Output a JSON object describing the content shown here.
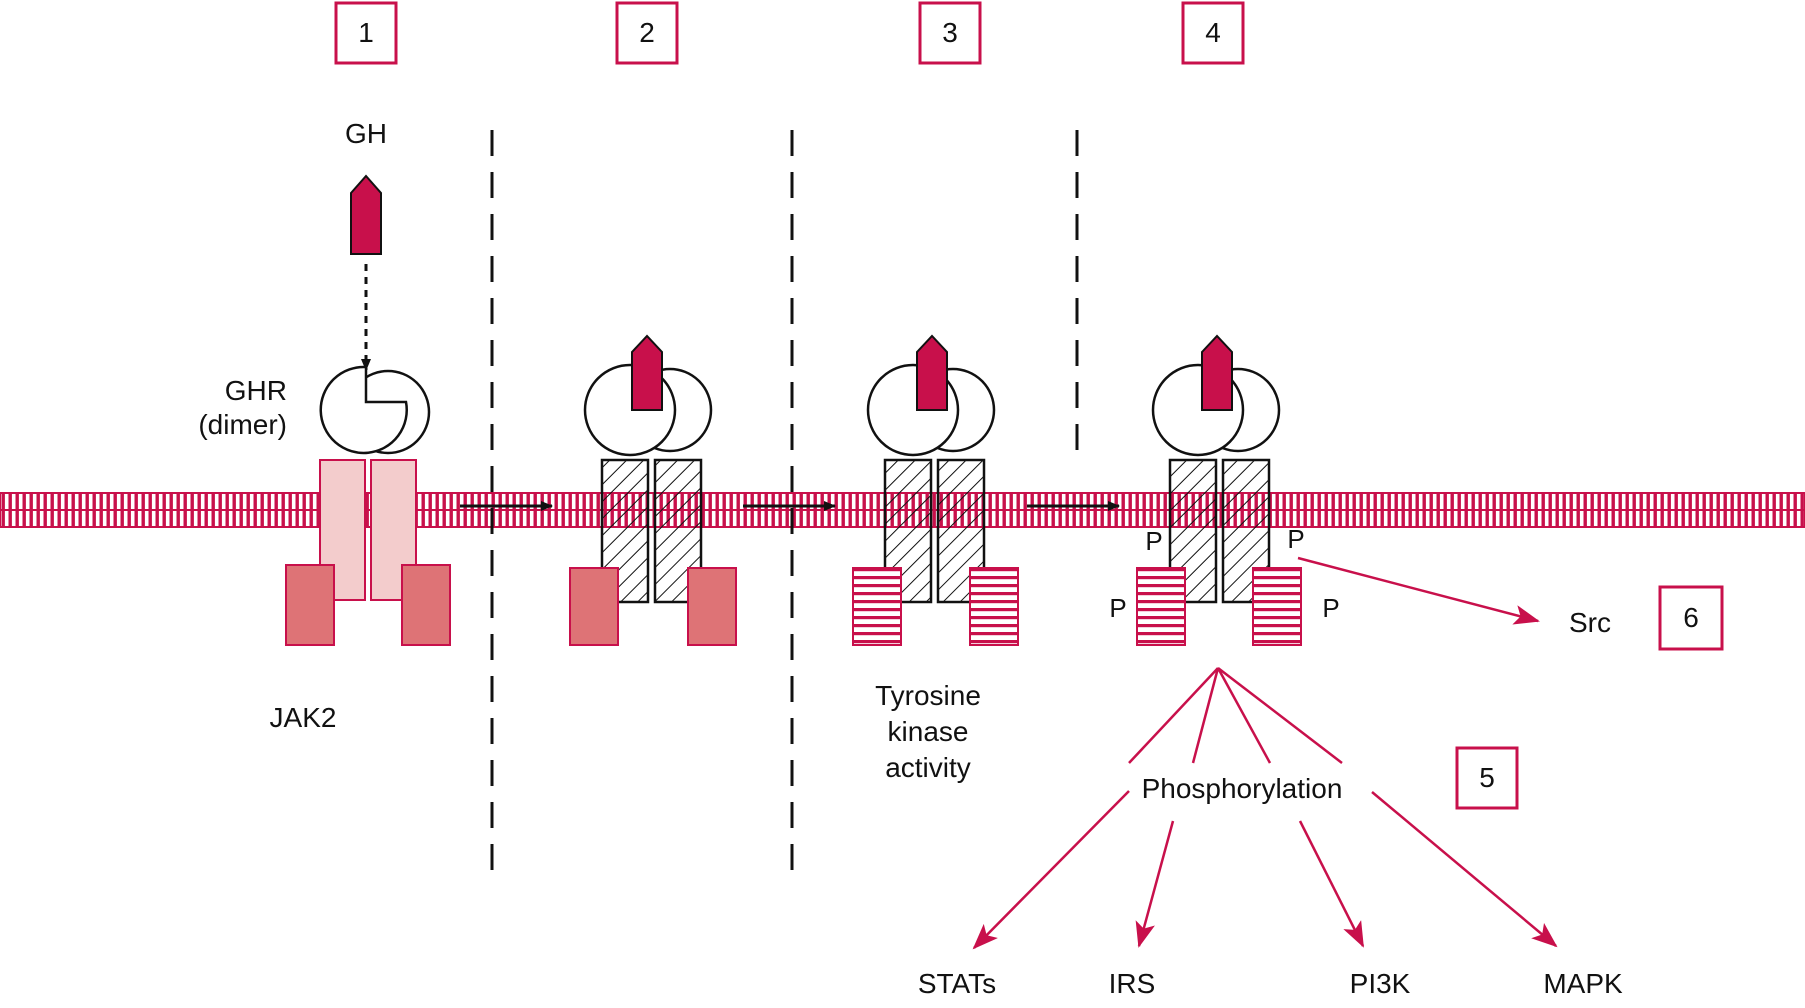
{
  "step_labels": [
    "1",
    "2",
    "3",
    "4",
    "5",
    "6"
  ],
  "labels": {
    "gh": "GH",
    "ghr_line1": "GHR",
    "ghr_line2": "(dimer)",
    "jak2": "JAK2",
    "tk_line1": "Tyrosine",
    "tk_line2": "kinase",
    "tk_line3": "activity",
    "phosphorylation": "Phosphorylation",
    "src": "Src",
    "p": "P"
  },
  "targets": [
    "STATs",
    "IRS",
    "PI3K",
    "MAPK"
  ],
  "colors": {
    "crimson": "#c8104b",
    "jak_inactive": "#de7376",
    "receptor_inactive": "#f3cccc",
    "ink": "#111111"
  }
}
